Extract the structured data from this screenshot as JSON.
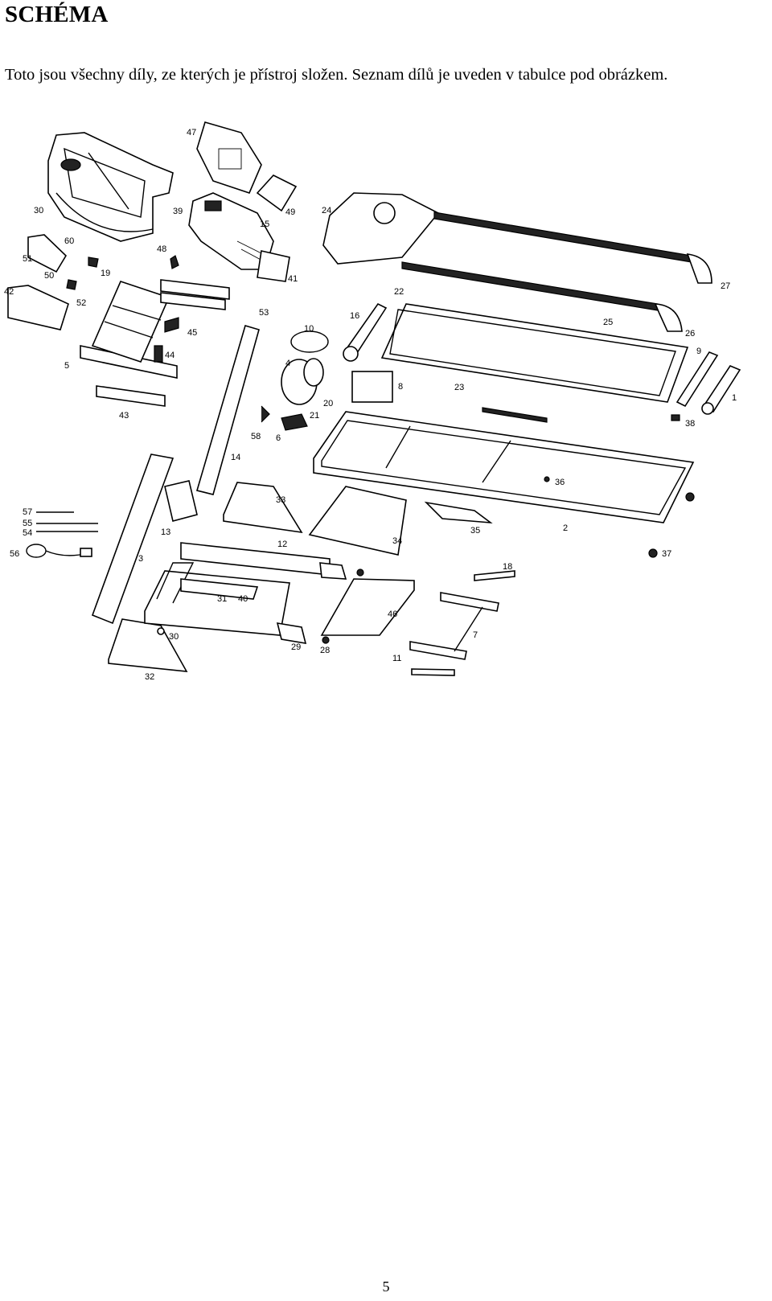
{
  "heading": "SCHÉMA",
  "intro": "Toto jsou všechny díly, ze kterých je přístroj složen. Seznam dílů je uveden v tabulce pod obrázkem.",
  "page_number": "5",
  "callouts": {
    "c47": "47",
    "c49": "49",
    "c24": "24",
    "c30a": "30",
    "c39": "39",
    "c15": "15",
    "c48": "48",
    "c41": "41",
    "c27": "27",
    "c60": "60",
    "c51": "51",
    "c50": "50",
    "c19": "19",
    "c22": "22",
    "c42": "42",
    "c52": "52",
    "c53": "53",
    "c16": "16",
    "c25": "25",
    "c26": "26",
    "c45": "45",
    "c44": "44",
    "c10": "10",
    "c5": "5",
    "c9": "9",
    "c4": "4",
    "c8": "8",
    "c23": "23",
    "c1": "1",
    "c20": "20",
    "c21": "21",
    "c43": "43",
    "c58": "58",
    "c6": "6",
    "c38": "38",
    "c36": "36",
    "c14": "14",
    "c57": "57",
    "c55": "55",
    "c54": "54",
    "c33": "33",
    "c2": "2",
    "c13": "13",
    "c35": "35",
    "c12": "12",
    "c34": "34",
    "c56": "56",
    "c37": "37",
    "c3": "3",
    "c18": "18",
    "c31": "31",
    "c40": "40",
    "c46": "46",
    "c7": "7",
    "c30b": "30",
    "c29": "29",
    "c28": "28",
    "c11": "11",
    "c32": "32"
  }
}
